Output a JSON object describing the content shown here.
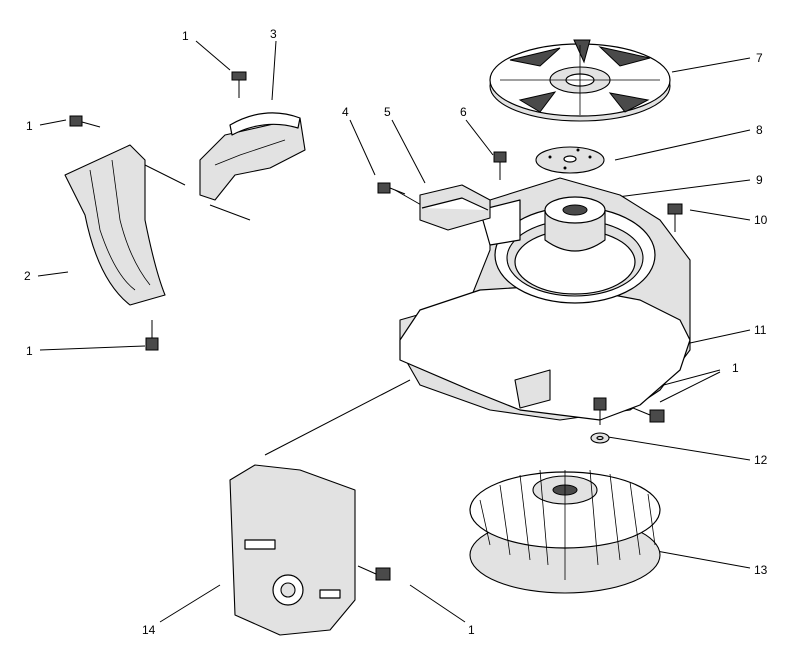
{
  "callouts": {
    "c1a": "1",
    "c1b": "1",
    "c1c": "1",
    "c1d": "1",
    "c1e": "1",
    "c2": "2",
    "c3": "3",
    "c4": "4",
    "c5": "5",
    "c6": "6",
    "c7": "7",
    "c8": "8",
    "c9": "9",
    "c10": "10",
    "c11": "11",
    "c12": "12",
    "c13": "13",
    "c14": "14"
  }
}
